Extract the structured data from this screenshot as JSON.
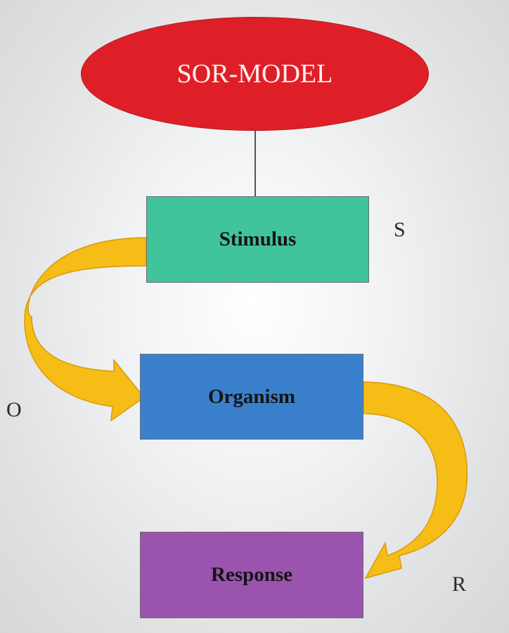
{
  "title": "SOR-MODEL",
  "nodes": [
    {
      "id": "stimulus",
      "label": "Stimulus",
      "color": "#41c39c"
    },
    {
      "id": "organism",
      "label": "Organism",
      "color": "#3a80cc"
    },
    {
      "id": "response",
      "label": "Response",
      "color": "#9a54ae"
    }
  ],
  "side_labels": {
    "s": "S",
    "o": "O",
    "r": "R"
  },
  "colors": {
    "title_fill": "#df1f27",
    "arrow_fill": "#f6bd16",
    "connector": "#555555"
  },
  "connections": [
    {
      "from": "title",
      "to": "stimulus",
      "style": "line"
    },
    {
      "from": "stimulus",
      "to": "organism",
      "style": "curved-arrow"
    },
    {
      "from": "organism",
      "to": "response",
      "style": "curved-arrow"
    }
  ]
}
